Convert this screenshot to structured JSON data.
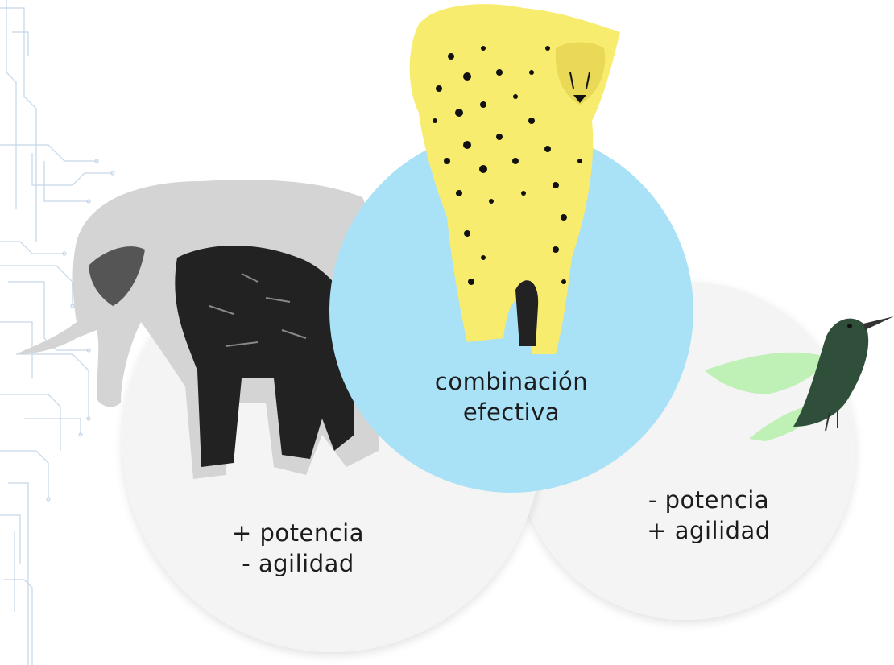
{
  "diagram": {
    "colors": {
      "circle_fill": "#f4f4f4",
      "center_circle_fill": "#a9e1f7",
      "cheetah_fill": "#f7ec6e",
      "hummingbird_fill": "#bff0b5",
      "circuit_lines": "#c7d8e8"
    },
    "nodes": [
      {
        "id": "left",
        "illustration": "elephant-icon",
        "lines": [
          "+ potencia",
          "- agilidad"
        ]
      },
      {
        "id": "center",
        "illustration": "cheetah-icon",
        "lines": [
          "combinación",
          "efectiva"
        ]
      },
      {
        "id": "right",
        "illustration": "hummingbird-icon",
        "lines": [
          "- potencia",
          "+ agilidad"
        ]
      }
    ]
  }
}
